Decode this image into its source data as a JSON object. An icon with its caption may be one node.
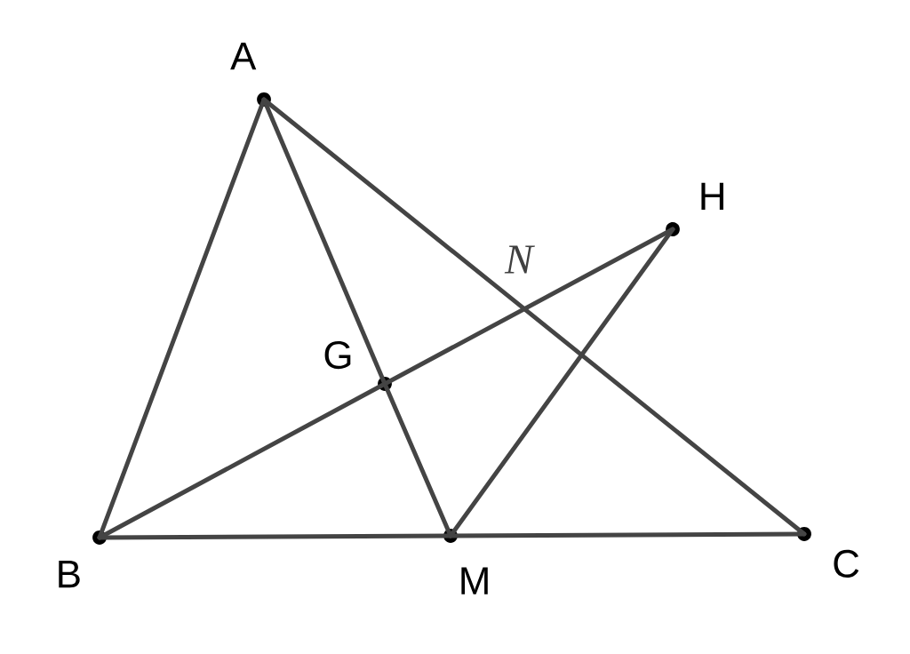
{
  "diagram": {
    "nodes": [
      {
        "text": [
          "A"
        ]
      },
      {
        "text": [
          "B"
        ]
      },
      {
        "text": [
          "C"
        ]
      },
      {
        "text": [
          "M"
        ]
      },
      {
        "text": [
          "G"
        ]
      },
      {
        "text": [
          "H"
        ]
      }
    ],
    "edges": [
      {
        "from": 0,
        "to": 1,
        "arrow": "none"
      },
      {
        "from": 0,
        "to": 2,
        "arrow": "none"
      },
      {
        "from": 1,
        "to": 3,
        "arrow": "none"
      },
      {
        "from": 3,
        "to": 2,
        "arrow": "none"
      },
      {
        "from": 0,
        "to": 4,
        "arrow": "none"
      },
      {
        "from": 4,
        "to": 3,
        "arrow": "none"
      },
      {
        "from": 1,
        "to": 4,
        "arrow": "none"
      },
      {
        "from": 4,
        "to": 5,
        "arrow": "none"
      },
      {
        "from": 3,
        "to": 5,
        "arrow": "none"
      }
    ],
    "labels": [
      "*N*"
    ]
  }
}
